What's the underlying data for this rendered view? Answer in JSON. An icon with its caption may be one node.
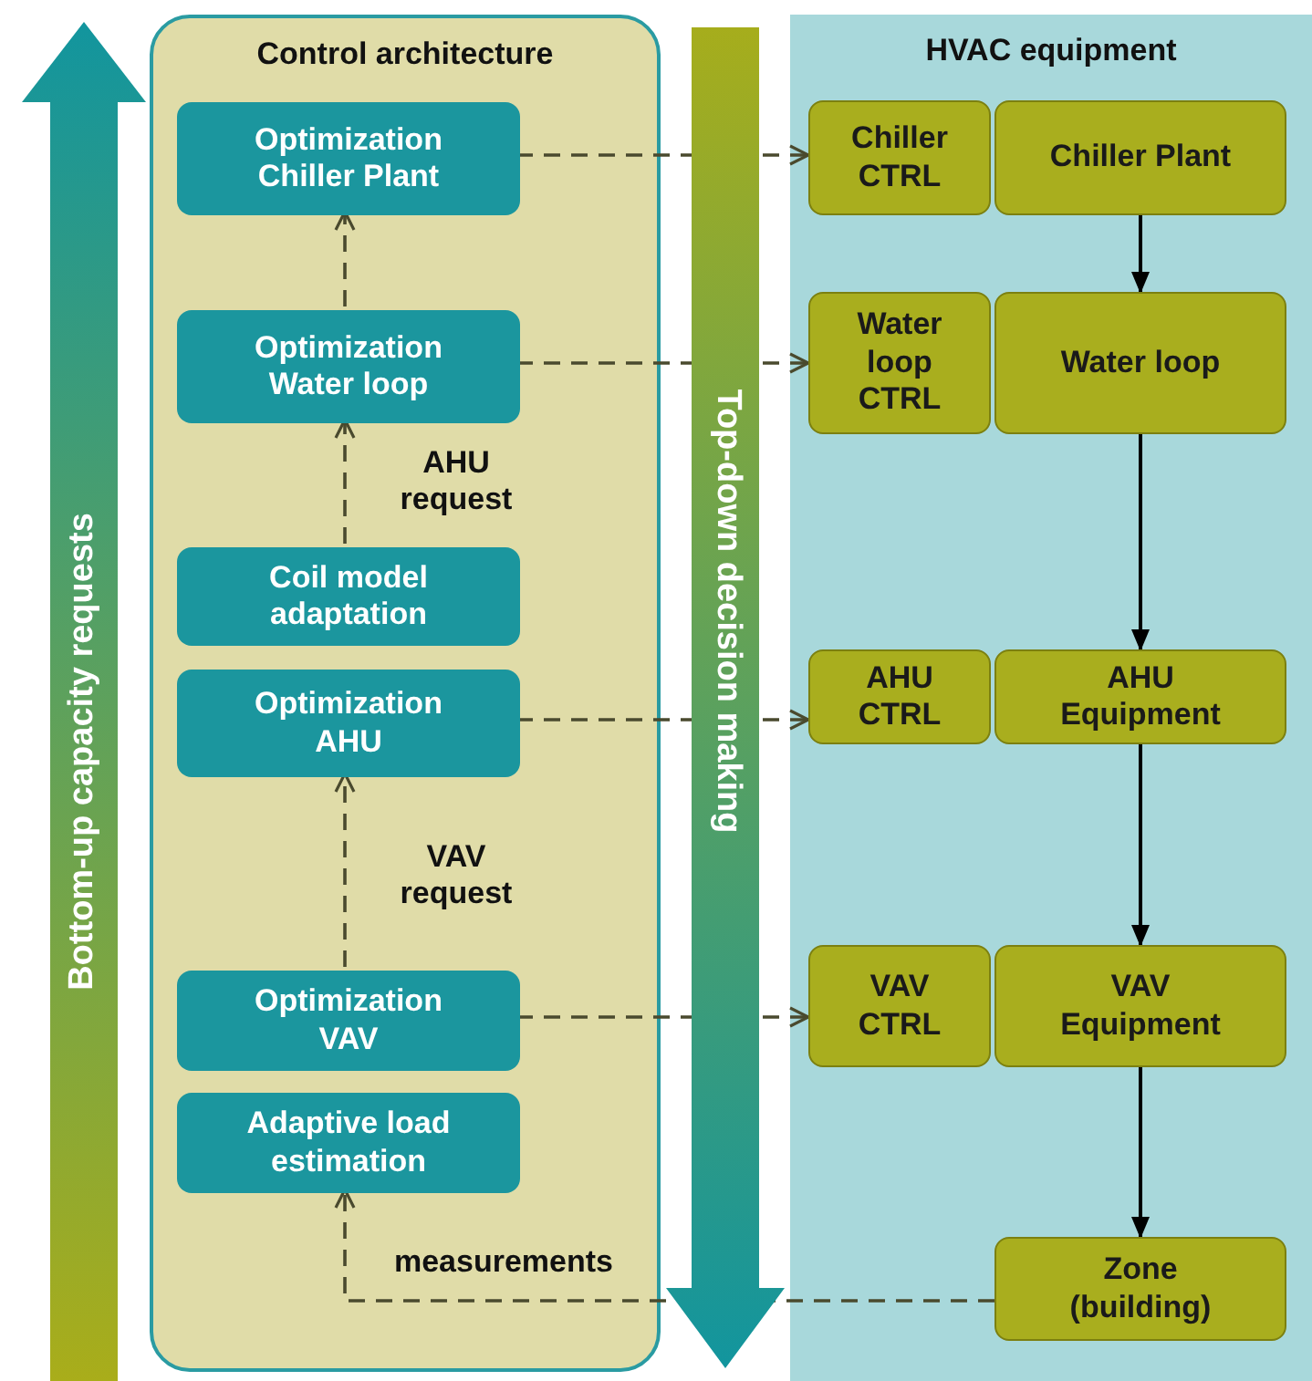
{
  "diagram": {
    "nodes": [
      {
        "text": [
          "Control architecture"
        ]
      },
      {
        "text": [
          "Optimization Chiller Plant"
        ],
        "in": 0
      },
      {
        "text": [
          "Optimization Water loop"
        ],
        "in": 0
      },
      {
        "text": [
          "Coil model adaptation"
        ],
        "in": 0
      },
      {
        "text": [
          "Optimization AHU"
        ],
        "in": 0
      },
      {
        "text": [
          "Optimization VAV"
        ],
        "in": 0
      },
      {
        "text": [
          "Adaptive load estimation"
        ],
        "in": 0
      },
      {
        "text": [
          "HVAC equipment"
        ]
      },
      {
        "text": [
          "Chiller CTRL"
        ],
        "in": 7
      },
      {
        "text": [
          "Chiller Plant"
        ],
        "in": 7
      },
      {
        "text": [
          "Water loop CTRL"
        ],
        "in": 7
      },
      {
        "text": [
          "Water loop"
        ],
        "in": 7
      },
      {
        "text": [
          "AHU CTRL"
        ],
        "in": 7
      },
      {
        "text": [
          "AHU Equipment"
        ],
        "in": 7
      },
      {
        "text": [
          "VAV CTRL"
        ],
        "in": 7
      },
      {
        "text": [
          "VAV Equipment"
        ],
        "in": 7
      },
      {
        "text": [
          "Zone (building)"
        ],
        "in": 7
      }
    ],
    "edges": [
      {
        "from": 1,
        "to": 8,
        "arrow": "to",
        "style": "dashed",
        "color": "#4a4a2e"
      },
      {
        "from": 2,
        "to": 10,
        "arrow": "to",
        "style": "dashed",
        "color": "#4a4a2e"
      },
      {
        "from": 4,
        "to": 12,
        "arrow": "to",
        "style": "dashed",
        "color": "#4a4a2e"
      },
      {
        "from": 5,
        "to": 14,
        "arrow": "to",
        "style": "dashed",
        "color": "#4a4a2e"
      },
      {
        "from": 5,
        "to": 4,
        "arrow": "to",
        "label": "VAV request",
        "style": "dashed",
        "color": "#4a4a2e"
      },
      {
        "from": 3,
        "to": 2,
        "arrow": "to",
        "label": "AHU request",
        "style": "dashed",
        "color": "#4a4a2e"
      },
      {
        "from": 2,
        "to": 1,
        "arrow": "to",
        "style": "dashed",
        "color": "#4a4a2e"
      },
      {
        "from": 16,
        "to": 6,
        "arrow": "to",
        "label": "measurements",
        "style": "dashed",
        "color": "#4a4a2e"
      },
      {
        "from": 9,
        "to": 11,
        "arrow": "to"
      },
      {
        "from": 11,
        "to": 13,
        "arrow": "to"
      },
      {
        "from": 13,
        "to": 15,
        "arrow": "to"
      },
      {
        "from": 15,
        "to": 16,
        "arrow": "to"
      }
    ],
    "labels": [
      "Bottom-up capacity requests",
      "Top-down decision making"
    ]
  }
}
